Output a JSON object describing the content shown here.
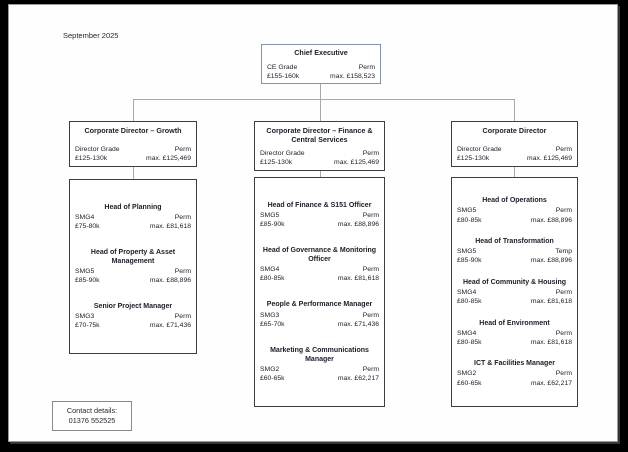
{
  "page": {
    "date_label": "September 2025",
    "contact": {
      "line1": "Contact details:",
      "line2": "01376 552525"
    }
  },
  "colors": {
    "frame_bg": "#000000",
    "page_bg": "#ffffff",
    "box_border": "#3d3d42",
    "ce_box_border": "#8495b1",
    "connector": "#a9a9ad"
  },
  "org": {
    "chief_executive": {
      "title": "Chief Executive",
      "grade": "CE Grade",
      "contract": "Perm",
      "salary_range": "£155-160k",
      "salary_max": "max. £158,523"
    },
    "columns": [
      {
        "director": {
          "title": "Corporate Director – Growth",
          "grade": "Director Grade",
          "contract": "Perm",
          "salary_range": "£125-130k",
          "salary_max": "max. £125,469"
        },
        "roles": [
          {
            "title": "Head of Planning",
            "grade": "SMG4",
            "contract": "Perm",
            "salary_range": "£75-80k",
            "salary_max": "max. £81,618"
          },
          {
            "title": "Head of Property & Asset Management",
            "grade": "SMG5",
            "contract": "Perm",
            "salary_range": "£85-90k",
            "salary_max": "max. £88,896"
          },
          {
            "title": "Senior Project Manager",
            "grade": "SMG3",
            "contract": "Perm",
            "salary_range": "£70-75k",
            "salary_max": "max. £71,436"
          }
        ]
      },
      {
        "director": {
          "title": "Corporate Director – Finance & Central Services",
          "grade": "Director Grade",
          "contract": "Perm",
          "salary_range": "£125-130k",
          "salary_max": "max. £125,469"
        },
        "roles": [
          {
            "title": "Head of Finance & S151 Officer",
            "grade": "SMG5",
            "contract": "Perm",
            "salary_range": "£85-90k",
            "salary_max": "max. £88,896"
          },
          {
            "title": "Head of Governance & Monitoring Officer",
            "grade": "SMG4",
            "contract": "Perm",
            "salary_range": "£80-85k",
            "salary_max": "max. £81,618"
          },
          {
            "title": "People & Performance Manager",
            "grade": "SMG3",
            "contract": "Perm",
            "salary_range": "£65-70k",
            "salary_max": "max. £71,436"
          },
          {
            "title": "Marketing & Communications Manager",
            "grade": "SMG2",
            "contract": "Perm",
            "salary_range": "£60-65k",
            "salary_max": "max. £62,217"
          }
        ]
      },
      {
        "director": {
          "title": "Corporate Director",
          "grade": "Director Grade",
          "contract": "Perm",
          "salary_range": "£125-130k",
          "salary_max": "max. £125,469"
        },
        "roles": [
          {
            "title": "Head of Operations",
            "grade": "SMG5",
            "contract": "Perm",
            "salary_range": "£80-85k",
            "salary_max": "max. £88,896"
          },
          {
            "title": "Head of Transformation",
            "grade": "SMG5",
            "contract": "Temp",
            "salary_range": "£85-90k",
            "salary_max": "max. £88,896"
          },
          {
            "title": "Head of Community & Housing",
            "grade": "SMG4",
            "contract": "Perm",
            "salary_range": "£80-85k",
            "salary_max": "max. £81,618"
          },
          {
            "title": "Head of Environment",
            "grade": "SMG4",
            "contract": "Perm",
            "salary_range": "£80-85k",
            "salary_max": "max. £81,618"
          },
          {
            "title": "ICT & Facilities Manager",
            "grade": "SMG2",
            "contract": "Perm",
            "salary_range": "£60-65k",
            "salary_max": "max. £62,217"
          }
        ]
      }
    ]
  }
}
